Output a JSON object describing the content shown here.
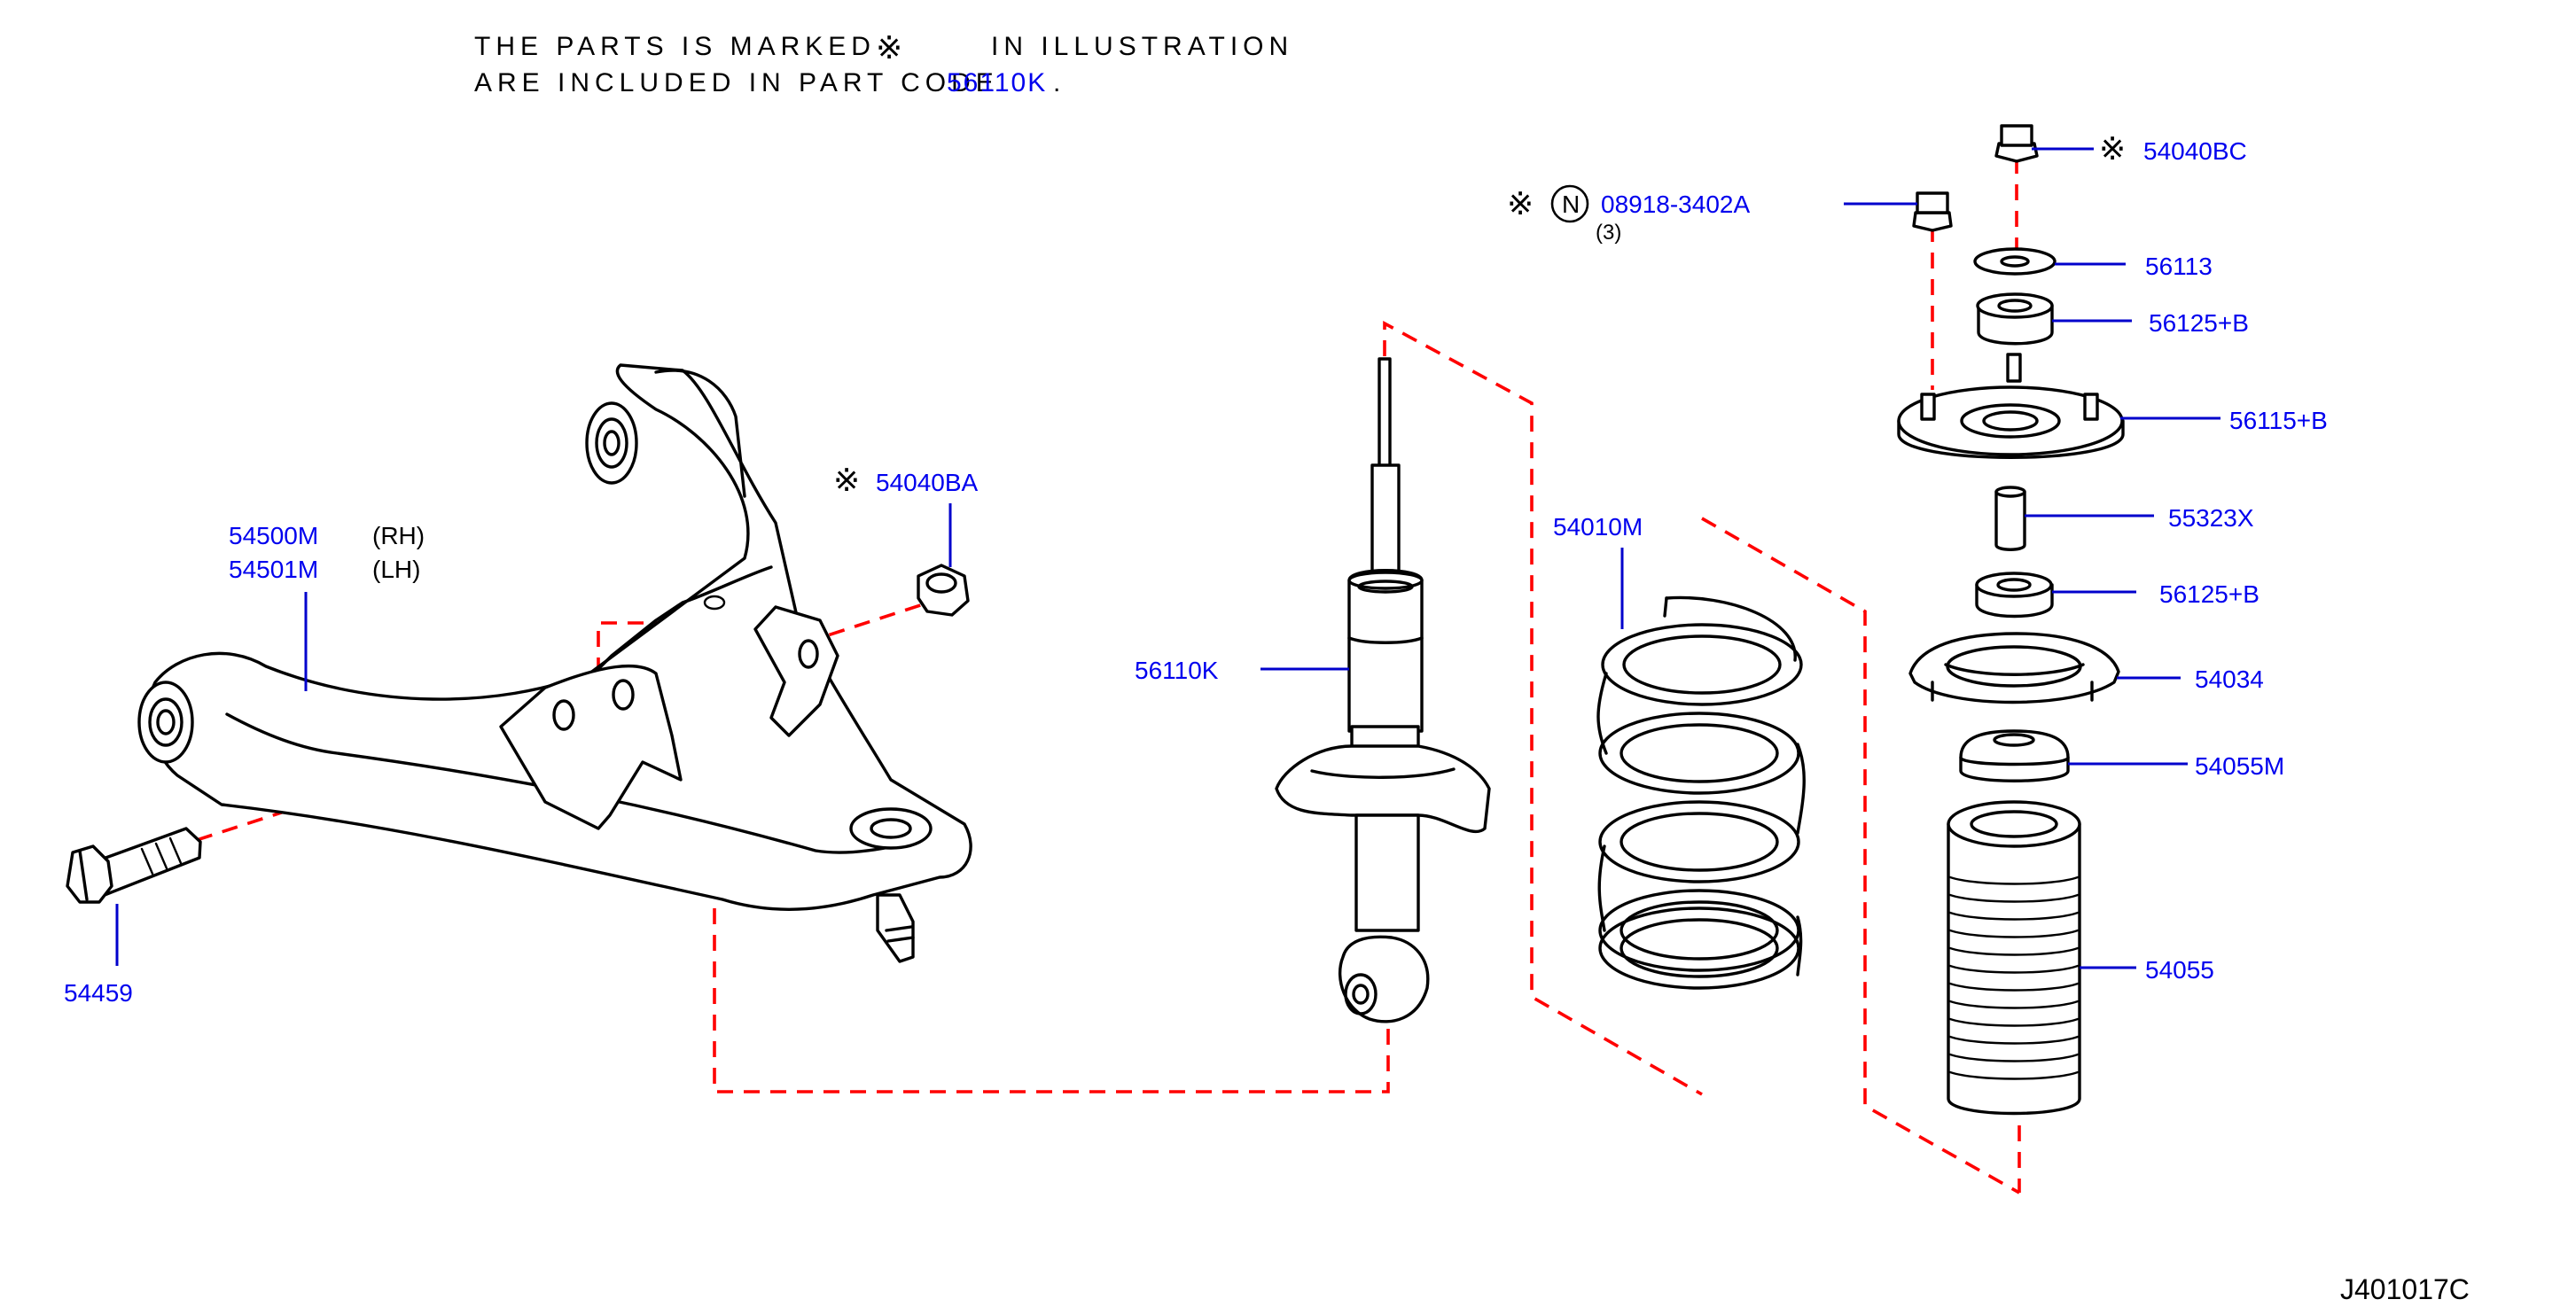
{
  "header": {
    "line1_a": "THE  PARTS  IS  MARKED",
    "line1_mark": "※",
    "line1_b": "IN  ILLUSTRATION",
    "line2_a": "ARE  INCLUDED  IN  PART  CODE",
    "line2_code": "56110K",
    "line2_end": "."
  },
  "marks": {
    "reference": "※",
    "n_symbol": "N"
  },
  "callouts": {
    "p54500M": "54500M",
    "p54501M": "54501M",
    "rh": "(RH)",
    "lh": "(LH)",
    "p54459": "54459",
    "p54040BA": "54040BA",
    "p56110K": "56110K",
    "p54010M": "54010M",
    "p08918": "08918-3402A",
    "qty08918": "(3)",
    "p54040BC": "54040BC",
    "p56113": "56113",
    "p56125B_top": "56125+B",
    "p56115B": "56115+B",
    "p55323X": "55323X",
    "p56125B_bottom": "56125+B",
    "p54034": "54034",
    "p54055M": "54055M",
    "p54055": "54055"
  },
  "footer": {
    "illustration_code": "J401017C"
  },
  "colors": {
    "link": "#0000ee",
    "leader": "#0000cc",
    "guide": "#ff0000",
    "line": "#000000"
  }
}
